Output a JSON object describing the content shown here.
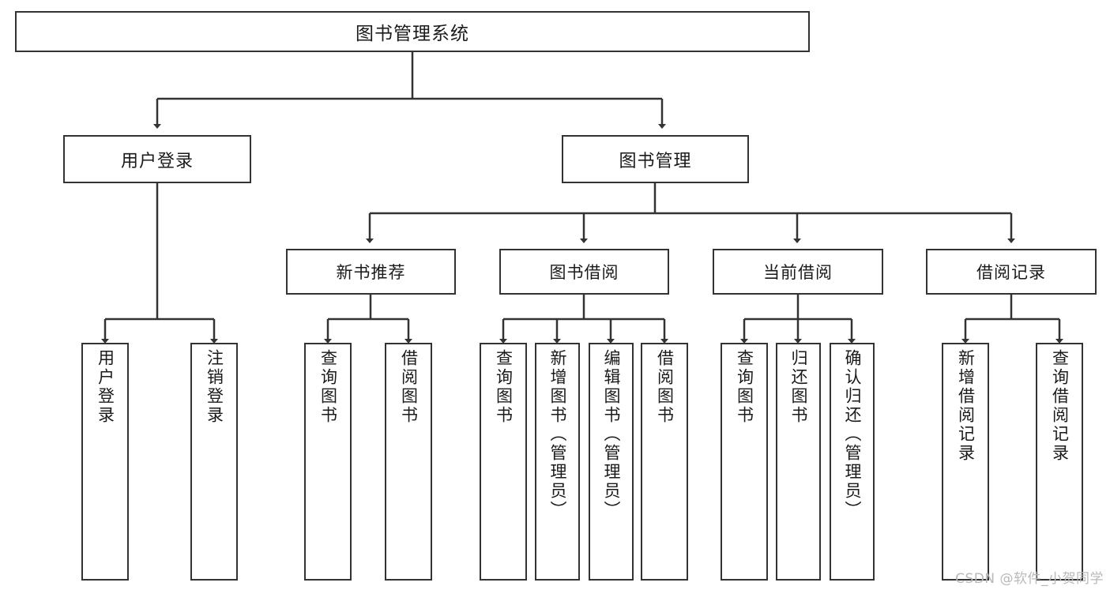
{
  "diagram": {
    "title": "图书管理系统",
    "type": "tree-hierarchy",
    "root": {
      "label": "图书管理系统"
    },
    "level1": [
      {
        "label": "用户登录"
      },
      {
        "label": "图书管理"
      }
    ],
    "level2": [
      {
        "label": "新书推荐"
      },
      {
        "label": "图书借阅"
      },
      {
        "label": "当前借阅"
      },
      {
        "label": "借阅记录"
      }
    ],
    "leaves": {
      "user_login": [
        {
          "label": "用户登录"
        },
        {
          "label": "注销登录"
        }
      ],
      "new_book_recommend": [
        {
          "label": "查询图书"
        },
        {
          "label": "借阅图书"
        }
      ],
      "book_borrow": [
        {
          "label": "查询图书"
        },
        {
          "label": "新增图书（管理员）"
        },
        {
          "label": "编辑图书（管理员）"
        },
        {
          "label": "借阅图书"
        }
      ],
      "current_borrow": [
        {
          "label": "查询图书"
        },
        {
          "label": "归还图书"
        },
        {
          "label": "确认归还（管理员）"
        }
      ],
      "borrow_record": [
        {
          "label": "新增借阅记录"
        },
        {
          "label": "查询借阅记录"
        }
      ]
    }
  },
  "watermark": {
    "text": "CSDN @软件_小贺同学"
  },
  "colors": {
    "border": "#333333",
    "text": "#1a1a1a",
    "background": "#ffffff",
    "watermark": "#b9b9b9"
  }
}
